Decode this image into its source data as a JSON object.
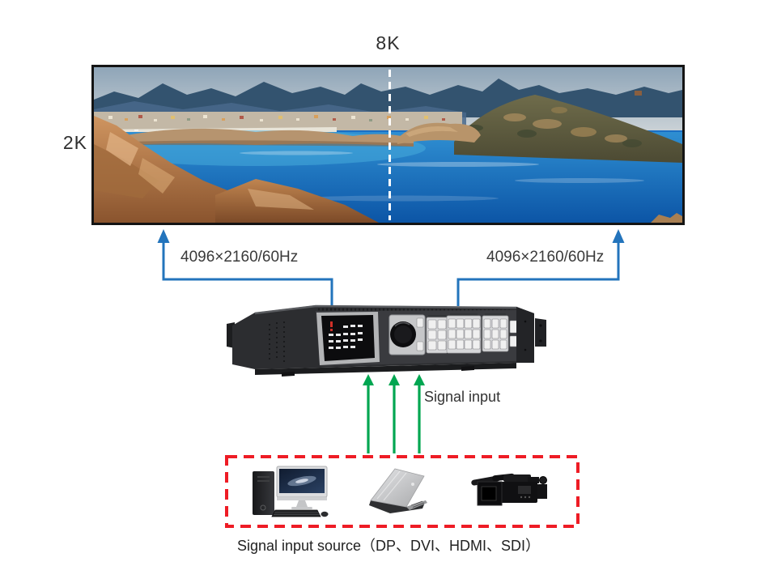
{
  "screen": {
    "top_label": "8K",
    "side_label": "2K",
    "split_divider": "dashed-center-line"
  },
  "outputs": {
    "left": "4096×2160/60Hz",
    "right": "4096×2160/60Hz"
  },
  "signal": {
    "input_label": "Signal input"
  },
  "source": {
    "caption": "Signal input source（DP、DVI、HDMI、SDI）",
    "devices": [
      "desktop-computer",
      "laptop",
      "video-camera"
    ]
  },
  "device": {
    "type": "led-video-processor"
  },
  "colors": {
    "connector_blue": "#2374bc",
    "arrow_green": "#00a651",
    "source_box_red": "#ee1c25",
    "text": "#2f2f2f"
  }
}
